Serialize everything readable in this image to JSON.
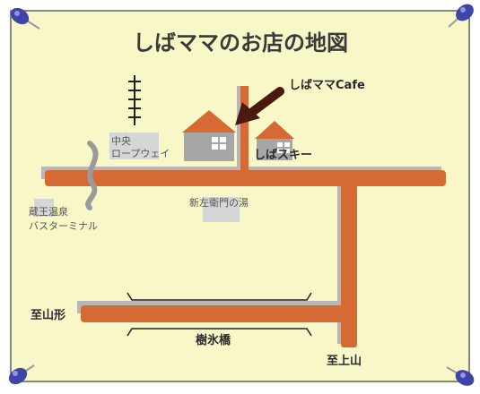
{
  "title": "しばママのお店の地図",
  "colors": {
    "paper": "#F8F7C8",
    "border": "#8A8A7A",
    "road": "#D56A35",
    "road_shadow": "#B7B7B7",
    "house_roof": "#D56A35",
    "house_wall": "#A6A6A6",
    "place_box": "#D6D6D6",
    "arrow": "#4A1A0E",
    "pin": "#3F45A6"
  },
  "labels": {
    "cafe": "しばママCafe",
    "ski": "しばスキー",
    "ropeway_line1": "中央",
    "ropeway_line2": "ロープウェイ",
    "bath": "新左衛門の湯",
    "bus_line1": "蔵王温泉",
    "bus_line2": "バスターミナル",
    "to_yamagata": "至山形",
    "bridge": "樹氷橋",
    "to_kaminoyama": "至上山"
  },
  "icons": [
    "push-pin-icon",
    "house-icon",
    "arrow-icon",
    "ropeway-pylon-icon"
  ]
}
